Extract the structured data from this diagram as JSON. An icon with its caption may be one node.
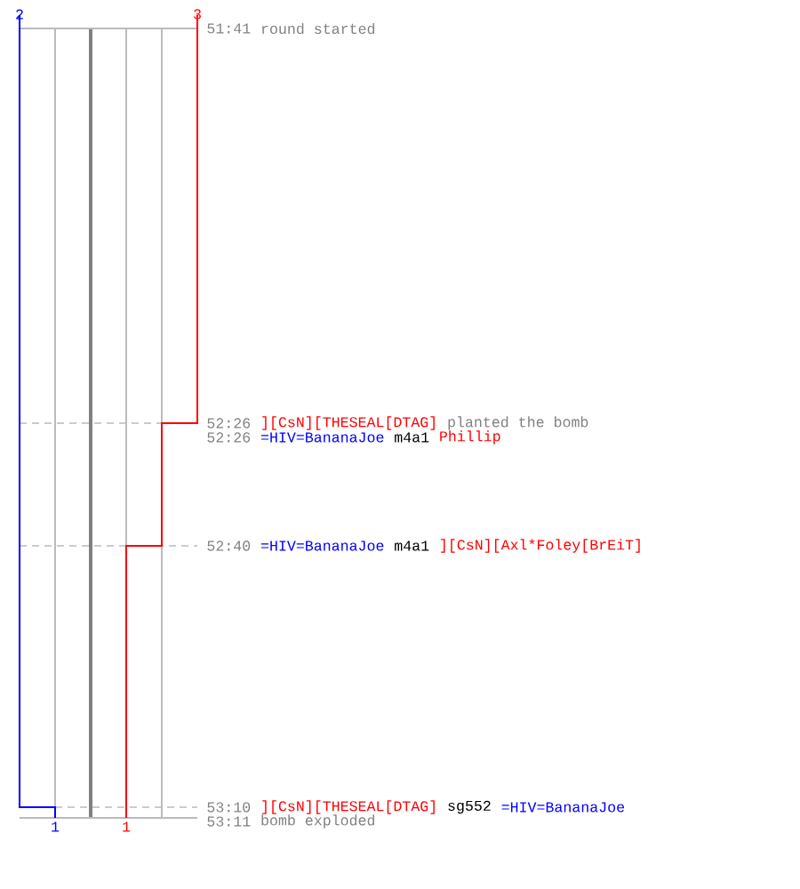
{
  "diagram": {
    "labels": [
      "2",
      "3",
      "51:41",
      "round started",
      "52:26",
      "][CsN][THESEAL[DTAG]",
      "planted the bomb",
      "52:26",
      "=HIV=BananaJoe",
      "m4a1",
      "Phillip",
      "52:40",
      "=HIV=BananaJoe",
      "m4a1",
      "][CsN][Axl*Foley[BrEiT]",
      "53:10",
      "][CsN][THESEAL[DTAG]",
      "sg552",
      "=HIV=BananaJoe",
      "1",
      "1",
      "53:11",
      "bomb exploded"
    ]
  }
}
